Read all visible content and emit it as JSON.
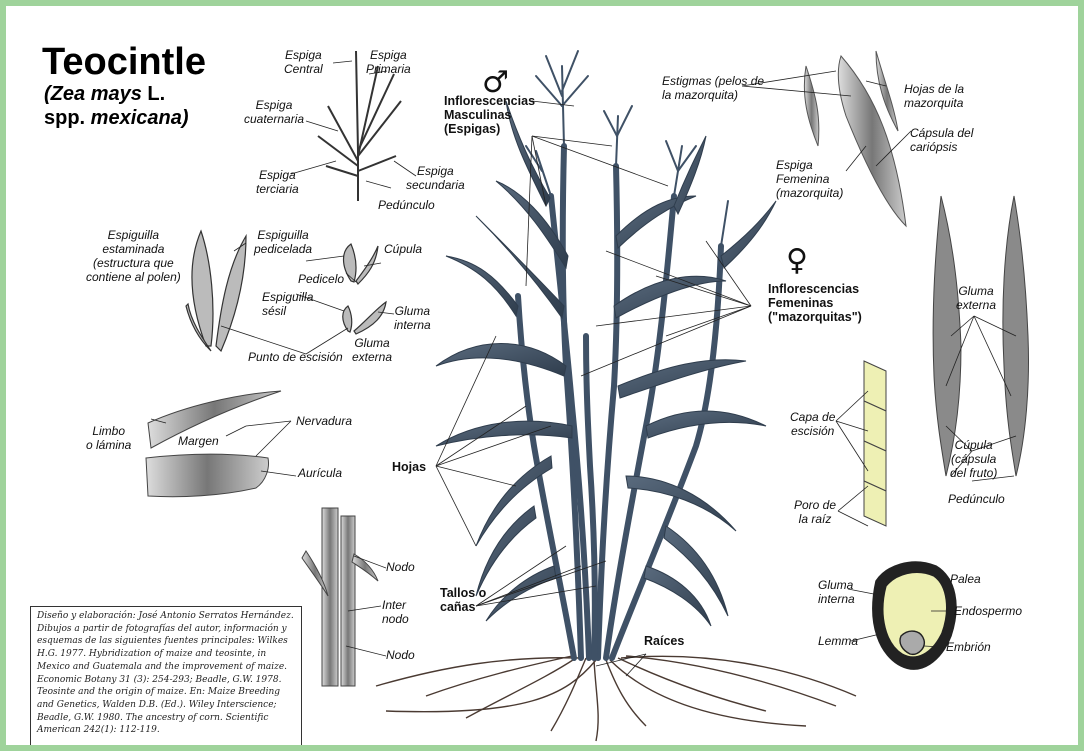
{
  "title": "Teocintle",
  "subtitle": {
    "line1_open": "(",
    "line1_species": "Zea mays",
    "line1_rest": " L.",
    "line2_spp": "spp. ",
    "line2_name": "mexicana",
    "line2_close": ")"
  },
  "symbols": {
    "male": "♂",
    "female": "♀"
  },
  "labels": {
    "espiga_central": [
      "Espiga",
      "Central"
    ],
    "espiga_primaria": [
      "Espiga",
      "Primaria"
    ],
    "espiga_cuaternaria": [
      "Espiga",
      "cuaternaria"
    ],
    "espiga_terciaria": [
      "Espiga",
      "terciaria"
    ],
    "espiga_secundaria": [
      "Espiga",
      "secundaria"
    ],
    "peduncle_top": "Pedúnculo",
    "espiguilla_estaminada": [
      "Espiguilla",
      "estaminada",
      "(estructura que",
      "contiene al polen)"
    ],
    "espiguilla_pedicelada": [
      "Espiguilla",
      "pedicelada"
    ],
    "cupula_top": "Cúpula",
    "pedicelo": "Pedicelo",
    "espiguilla_sesil": [
      "Espiguilla",
      "sésil"
    ],
    "gluma_interna_top": [
      "Gluma",
      "interna"
    ],
    "gluma_externa_top": [
      "Gluma",
      "externa"
    ],
    "punto_escision": "Punto de escisión",
    "limbo": [
      "Limbo",
      "o lámina"
    ],
    "margen": "Margen",
    "nervadura": "Nervadura",
    "auricula": "Aurícula",
    "nodo_top": "Nodo",
    "internodo": [
      "Inter",
      "nodo"
    ],
    "nodo_bottom": "Nodo",
    "infl_masculinas": [
      "Inflorescencias",
      "Masculinas",
      "(Espigas)"
    ],
    "infl_femeninas": [
      "Inflorescencias",
      "Femeninas",
      "(\"mazorquitas\")"
    ],
    "hojas": "Hojas",
    "tallos": [
      "Tallos o",
      "cañas"
    ],
    "raices": "Raíces",
    "estigmas": [
      "Estigmas (pelos de",
      "la mazorquita)"
    ],
    "hojas_mazorquita": [
      "Hojas de la",
      "mazorquita"
    ],
    "capsula_cariopsis": [
      "Cápsula del",
      "cariópsis"
    ],
    "espiga_femenina": [
      "Espiga",
      "Femenina",
      "(mazorquita)"
    ],
    "gluma_externa_right": [
      "Gluma",
      "externa"
    ],
    "capa_escision": [
      "Capa de",
      "escisión"
    ],
    "poro_raiz": [
      "Poro de",
      "la raíz"
    ],
    "cupula_right": [
      "Cúpula",
      "(cápsula",
      "del fruto)"
    ],
    "pedunculo_right": "Pedúnculo",
    "gluma_interna_bottom": [
      "Gluma",
      "interna"
    ],
    "palea": "Palea",
    "endospermo": "Endospermo",
    "lemma": "Lemma",
    "embrion": "Embrión"
  },
  "credits": "Diseño y elaboración: José Antonio Serratos Hernández. Dibujos a partir de fotografías del autor, información y esquemas de las siguientes fuentes principales: Wilkes H.G. 1977. Hybridization of maize and teosinte, in Mexico and Guatemala and the improvement of maize. Economic Botany 31 (3): 254-293; Beadle, G.W. 1978. Teosinte and the origin of maize. En: Maize Breeding and Genetics, Walden D.B. (Ed.). Wiley Interscience; Beadle, G.W. 1980. The ancestry of corn. Scientific American 242(1): 112-119.",
  "colors": {
    "frame": "#9fd39b",
    "plant": "#3f5166",
    "endosperm": "#eef0b4",
    "ink": "#111111"
  }
}
